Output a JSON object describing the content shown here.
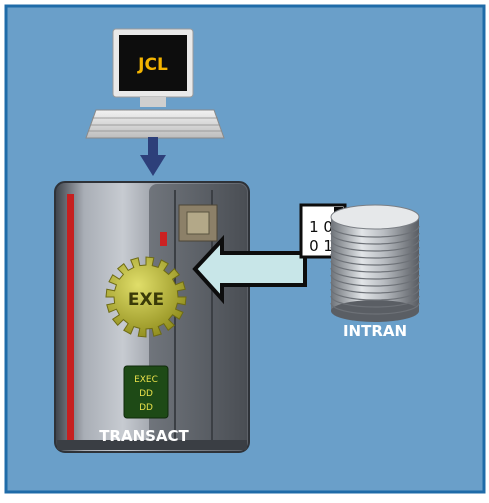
{
  "terminal": {
    "screen_label": "JCL"
  },
  "mainframe": {
    "label": "TRANSACT",
    "gear_label": "EXE",
    "panel_lines": [
      "EXEC",
      "DD",
      "DD"
    ]
  },
  "data_card": {
    "bits_row1": "1 0",
    "bits_row2": "0 1"
  },
  "disk": {
    "label": "INTRAN"
  },
  "colors": {
    "background": "#6a9fc9",
    "frame": "#1f6ba8",
    "screen_text": "#f4b400",
    "gear": "#c4c23a",
    "gear_text": "#3a3a08",
    "panel": "#1e4a16",
    "panel_text": "#e8e04a",
    "arrow_fill": "#c8e6e8",
    "label_text": "#ffffff"
  }
}
